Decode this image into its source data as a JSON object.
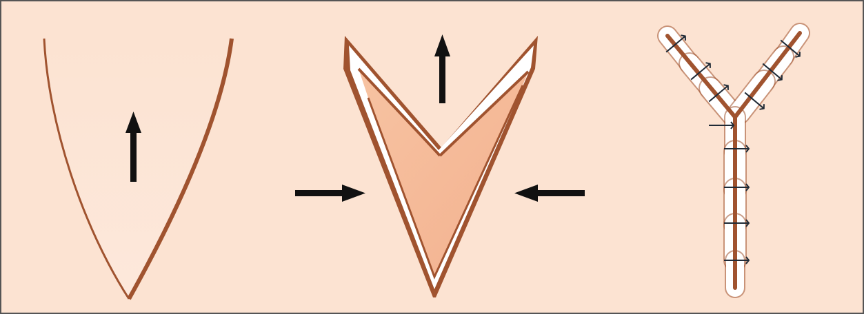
{
  "colors": {
    "background": "#fce3d2",
    "border": "#555555",
    "outline": "#a0532f",
    "arrow": "#111111",
    "inner_fill_light": "#fde8db",
    "inner_fill_mid": "#f7c3a2",
    "inner_fill_dark": "#f3b18f",
    "suture": "#1f2a36",
    "white": "#ffffff"
  },
  "panels": [
    {
      "id": "panel-1",
      "description_name": "u-shaped-flap-with-upward-arrow"
    },
    {
      "id": "panel-2",
      "description_name": "v-shaped-flap-with-compression-arrows"
    },
    {
      "id": "panel-3",
      "description_name": "y-shaped-sutured-closure"
    }
  ],
  "icons": {
    "up_arrow": "up-arrow-icon",
    "right_arrow": "right-arrow-icon",
    "left_arrow": "left-arrow-icon",
    "suture": "suture-stitch-icon"
  }
}
